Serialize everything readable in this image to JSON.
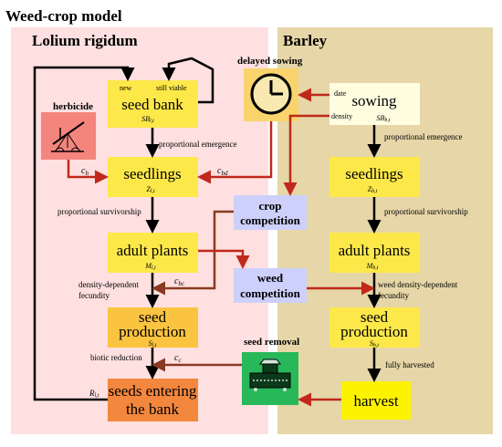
{
  "title": "Weed-crop model",
  "panels": {
    "left": "Lolium rigidum",
    "right": "Barley"
  },
  "weed": {
    "seed_bank": {
      "label": "seed bank",
      "sub": "SB",
      "subidx": "l,t",
      "in_new": "new",
      "in_viable": "still viable"
    },
    "seedlings": {
      "label": "seedlings",
      "sub": "Z",
      "subidx": "l,t"
    },
    "adult": {
      "label": "adult plants",
      "sub": "M",
      "subidx": "l,t"
    },
    "seed_prod": {
      "line1": "seed",
      "line2": "production",
      "sub": "S",
      "subidx": "l,t"
    },
    "seeds_enter": {
      "line1": "seeds entering",
      "line2": "the bank"
    },
    "r_label": "R",
    "r_idx": "l,t"
  },
  "crop": {
    "sowing": {
      "label": "sowing",
      "sub": "SB",
      "subidx": "b,t",
      "date": "date",
      "density": "density"
    },
    "seedlings": {
      "label": "seedlings",
      "sub": "Z",
      "subidx": "b,t"
    },
    "adult": {
      "label": "adult plants",
      "sub": "M",
      "subidx": "b,t"
    },
    "seed_prod": {
      "line1": "seed",
      "line2": "production",
      "sub": "S",
      "subidx": "b,t"
    },
    "harvest": "harvest"
  },
  "controls": {
    "herbicide": "herbicide",
    "delayed_sowing": "delayed sowing",
    "seed_removal": "seed removal",
    "crop_comp": {
      "line1": "crop",
      "line2": "competition"
    },
    "weed_comp": {
      "line1": "weed",
      "line2": "competition"
    }
  },
  "edge_labels": {
    "prop_emergence_weed": "proportional emergence",
    "prop_emergence_crop": "proportional emergence",
    "prop_surv_weed": "proportional survivorship",
    "prop_surv_crop": "proportional survivorship",
    "dens_dep_1": "density-dependent",
    "dens_dep_2": "fecundity",
    "weed_dens_1": "weed density-dependent",
    "weed_dens_2": "fecundity",
    "biotic": "biotic reduction",
    "fully_harvested": "fully harvested",
    "c_h": "c",
    "c_h_idx": "h",
    "c_bd": "c",
    "c_bd_idx": "bd",
    "c_bc": "c",
    "c_bc_idx": "bc",
    "c_c": "c",
    "c_c_idx": "c"
  },
  "colors": {
    "weed_panel": "#fde0df",
    "crop_panel": "#e6d6a8",
    "yellow": "#fde84a",
    "light_yellow": "#fffde0",
    "orange_yellow": "#fbc440",
    "orange": "#f3873d",
    "competition": "#cdd0fb",
    "herbicide": "#f4857d",
    "delayed_sowing": "#f9d46c",
    "seed_removal": "#28b85a",
    "harvest": "#fcf300",
    "arrow_red": "#c0281b",
    "arrow_dark": "#8a3a22"
  }
}
